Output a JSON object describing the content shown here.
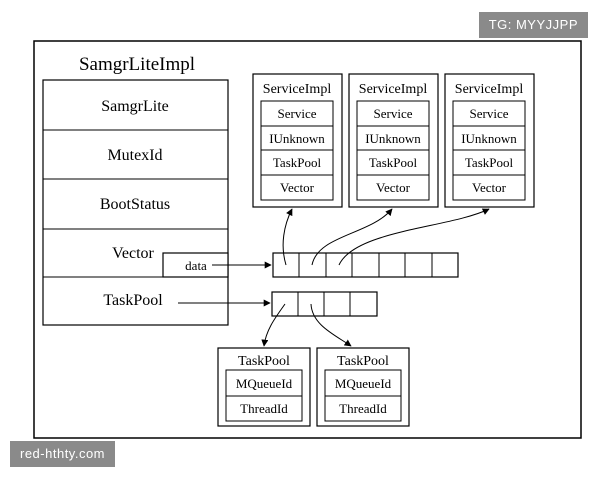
{
  "watermark_top": "TG: MYYJJPP",
  "watermark_bottom": "red-hthty.com",
  "samgr": {
    "title": "SamgrLiteImpl",
    "fields": [
      "SamgrLite",
      "MutexId",
      "BootStatus",
      "Vector",
      "TaskPool"
    ],
    "data_label": "data"
  },
  "service_impls": [
    {
      "title": "ServiceImpl",
      "fields": [
        "Service",
        "IUnknown",
        "TaskPool",
        "Vector"
      ]
    },
    {
      "title": "ServiceImpl",
      "fields": [
        "Service",
        "IUnknown",
        "TaskPool",
        "Vector"
      ]
    },
    {
      "title": "ServiceImpl",
      "fields": [
        "Service",
        "IUnknown",
        "TaskPool",
        "Vector"
      ]
    }
  ],
  "task_pools": [
    {
      "title": "TaskPool",
      "fields": [
        "MQueueId",
        "ThreadId"
      ]
    },
    {
      "title": "TaskPool",
      "fields": [
        "MQueueId",
        "ThreadId"
      ]
    }
  ],
  "vector_slot_count": 7,
  "taskpool_slot_count": 4
}
